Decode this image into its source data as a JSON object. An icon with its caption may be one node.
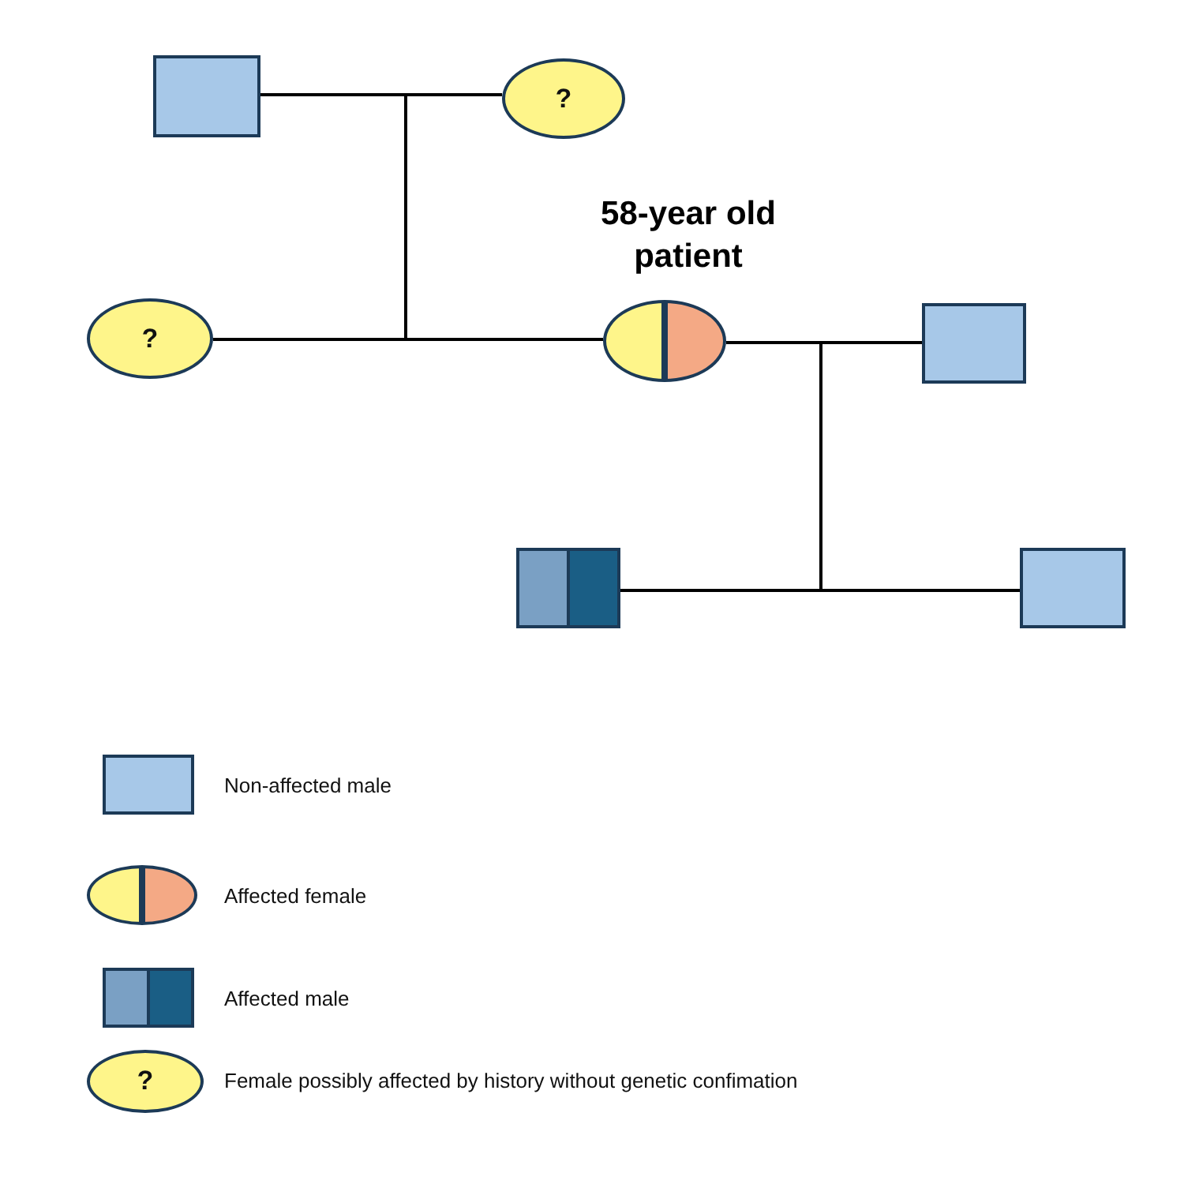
{
  "diagram": {
    "nodes": [
      {
        "text": [],
        "shape": "box"
      },
      {
        "text": [
          "?"
        ]
      },
      {
        "text": [
          "?"
        ]
      },
      {
        "text": [],
        "shape": "circle",
        "beside": [
          "58-year old patient"
        ]
      },
      {
        "text": [],
        "shape": "box"
      },
      {
        "text": [],
        "shape": "box"
      },
      {
        "text": [],
        "shape": "box"
      }
    ],
    "edges": [
      {
        "from": 0,
        "to": 1,
        "arrow": "none"
      },
      {
        "from": 0,
        "to": 2,
        "arrow": "none"
      },
      {
        "from": 0,
        "to": 3,
        "arrow": "none"
      },
      {
        "from": 1,
        "to": 2,
        "arrow": "none"
      },
      {
        "from": 1,
        "to": 3,
        "arrow": "none"
      },
      {
        "from": 3,
        "to": 4,
        "arrow": "none"
      },
      {
        "from": 3,
        "to": 5,
        "arrow": "none"
      },
      {
        "from": 3,
        "to": 6,
        "arrow": "none"
      },
      {
        "from": 4,
        "to": 5,
        "arrow": "none"
      },
      {
        "from": 4,
        "to": 6,
        "arrow": "none"
      }
    ],
    "labels": [
      "?"
    ],
    "legend": [
      {
        "text": "Non-affected male"
      },
      {
        "text": "Affected female"
      },
      {
        "text": "Affected male"
      },
      {
        "text": "Female possibly affected by history without genetic confimation"
      }
    ]
  }
}
